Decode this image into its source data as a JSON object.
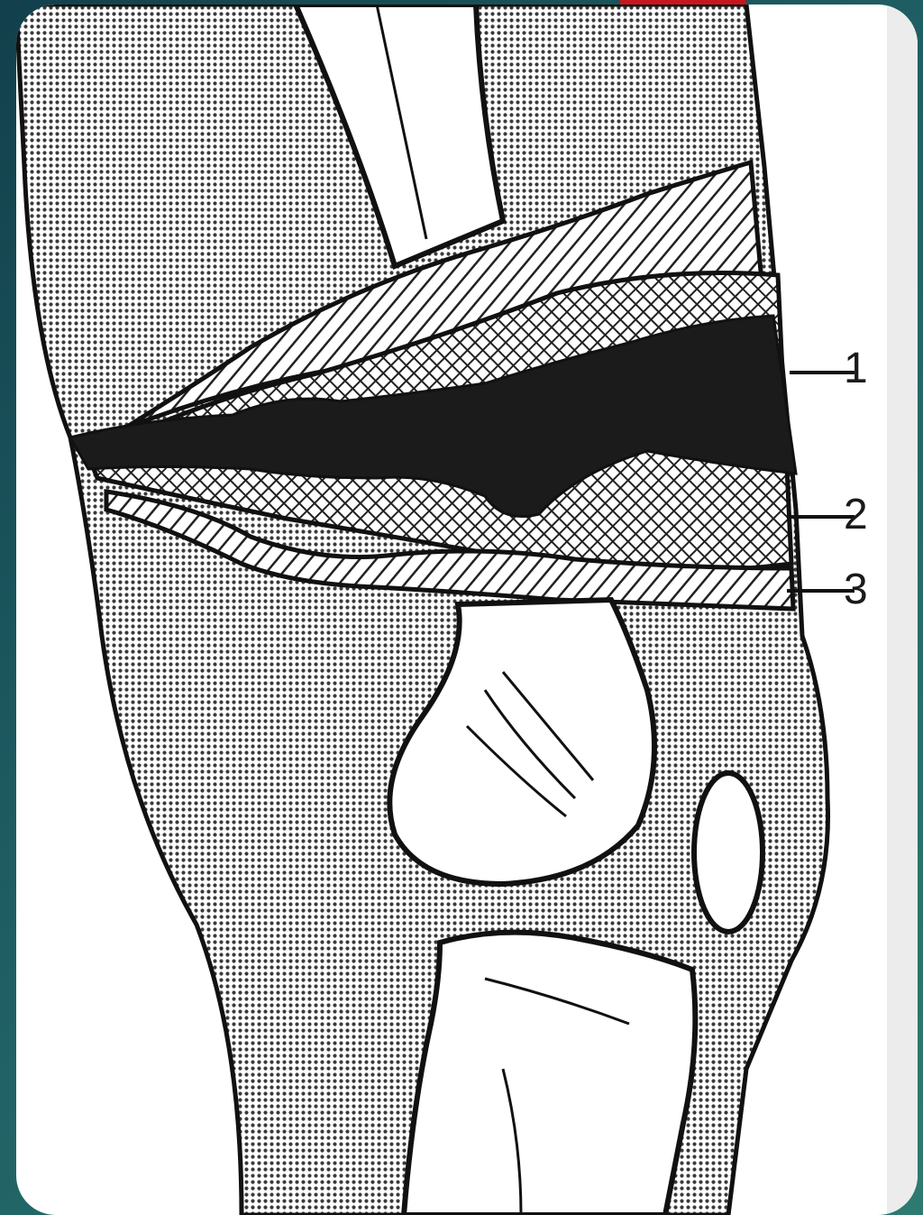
{
  "diagram": {
    "labels": [
      {
        "id": "1",
        "text": "1"
      },
      {
        "id": "2",
        "text": "2"
      },
      {
        "id": "3",
        "text": "3"
      }
    ]
  },
  "colors": {
    "background": "#1f5f64",
    "accent": "#c8161d",
    "ink": "#1a1a1a"
  }
}
